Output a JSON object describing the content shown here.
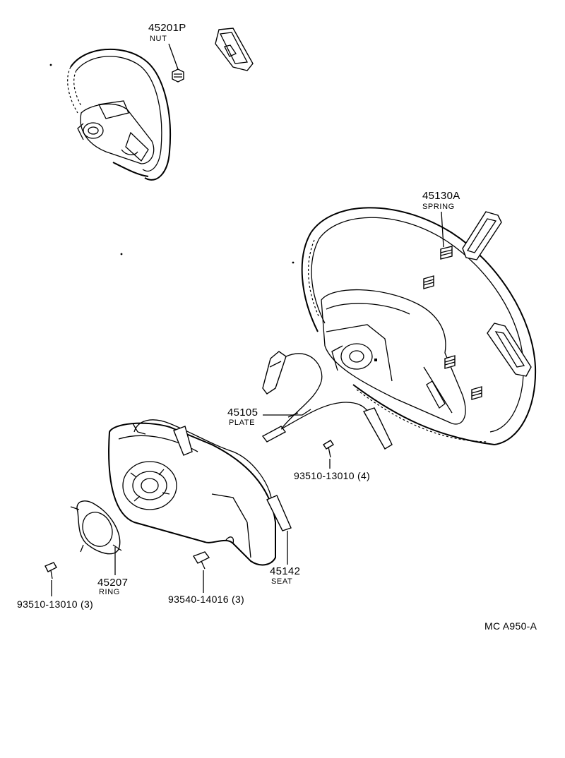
{
  "parts": {
    "nut": {
      "number": "45201P",
      "name": "NUT"
    },
    "spring": {
      "number": "45130A",
      "name": "SPRING"
    },
    "plate": {
      "number": "45105",
      "name": "PLATE"
    },
    "screw_a": {
      "number": "93510-13010 (4)"
    },
    "seat": {
      "number": "45142",
      "name": "SEAT"
    },
    "ring": {
      "number": "45207",
      "name": "RING"
    },
    "screw_b": {
      "number": "93510-13010 (3)"
    },
    "screw_c": {
      "number": "93540-14016 (3)"
    }
  },
  "diagram_code": "MC A950-A"
}
